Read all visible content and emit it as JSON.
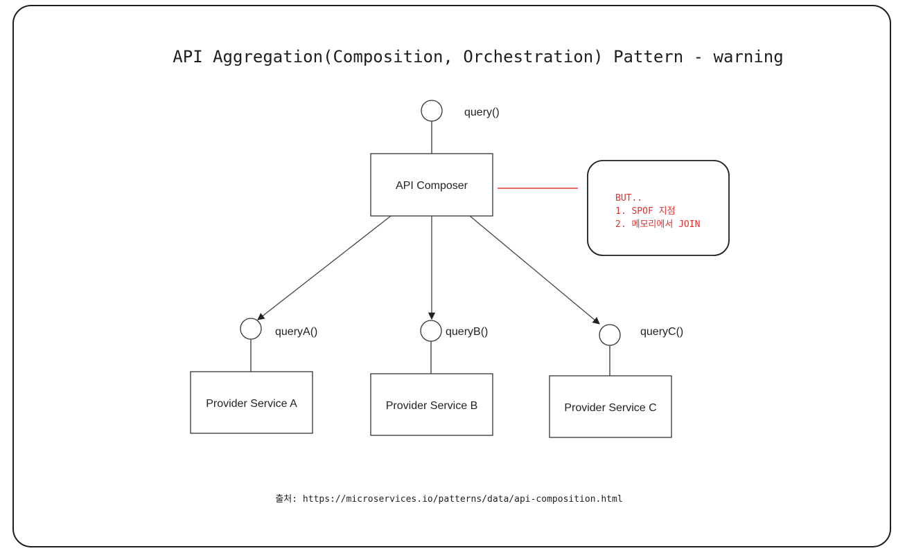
{
  "title": "API Aggregation(Composition, Orchestration) Pattern - warning",
  "composer": {
    "label": "API Composer",
    "interface": "query()"
  },
  "providers": [
    {
      "label": "Provider Service A",
      "interface": "queryA()"
    },
    {
      "label": "Provider Service B",
      "interface": "queryB()"
    },
    {
      "label": "Provider Service C",
      "interface": "queryC()"
    }
  ],
  "note": {
    "lines": [
      "BUT..",
      "1. SPOF 지점",
      "2. 메모리에서 JOIN"
    ],
    "color": "#e03131"
  },
  "source": "출처: https://microservices.io/patterns/data/api-composition.html"
}
